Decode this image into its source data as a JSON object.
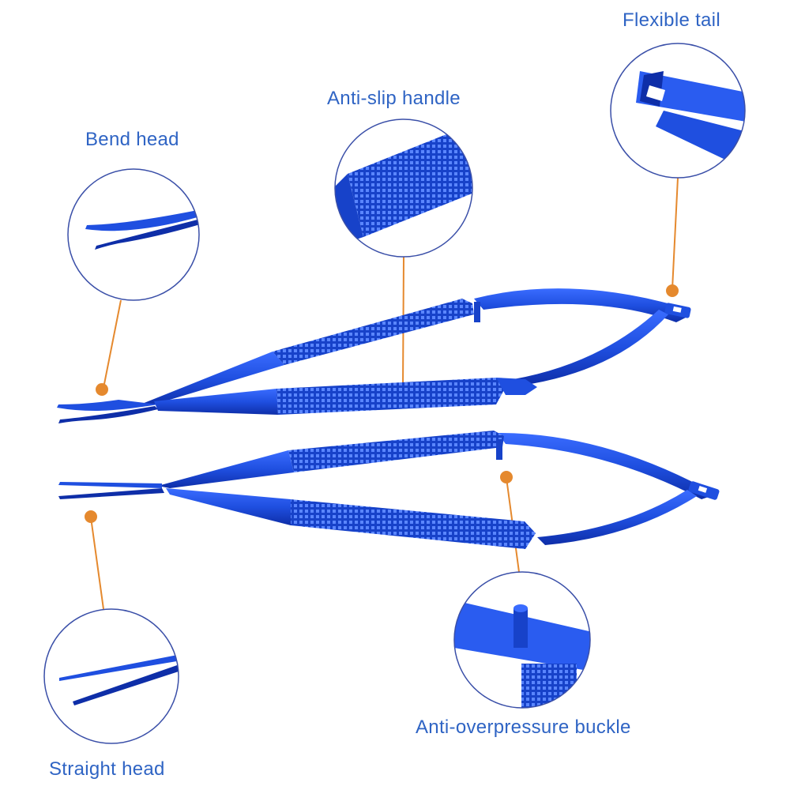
{
  "labels": {
    "flexible_tail": "Flexible tail",
    "anti_slip_handle": "Anti-slip handle",
    "bend_head": "Bend head",
    "anti_overpressure_buckle": "Anti-overpressure buckle",
    "straight_head": "Straight head"
  },
  "colors": {
    "label_text": "#2f64c4",
    "callout_circle": "#3a4fa8",
    "leader_line": "#e5892e",
    "instrument_blue": "#1f4fe0",
    "instrument_dark": "#0e2ea8"
  }
}
